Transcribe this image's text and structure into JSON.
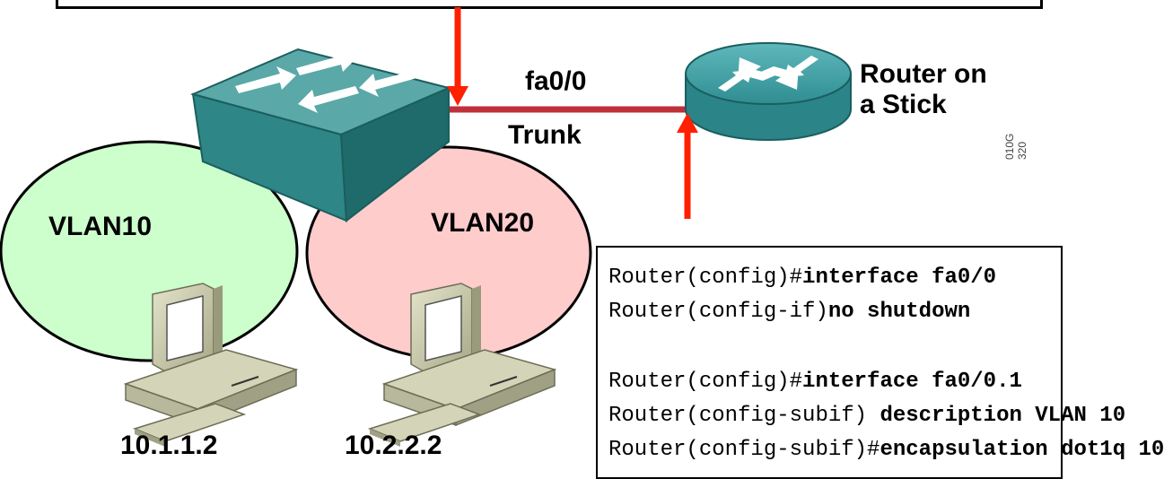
{
  "labels": {
    "fa": "fa0/0",
    "trunk": "Trunk",
    "router_line1": "Router on",
    "router_line2": "a Stick",
    "vlan10": "VLAN10",
    "vlan20": "VLAN20",
    "ip1": "10.1.1.2",
    "ip2": "10.2.2.2",
    "figure_id": "010G 320"
  },
  "config": {
    "line1": {
      "prompt": "Router(config)#",
      "cmd": "interface fa0/0"
    },
    "line2": {
      "prompt": "Router(config-if)",
      "cmd": "no shutdown"
    },
    "line3": {
      "prompt": "Router(config)#",
      "cmd": "interface fa0/0.1"
    },
    "line4": {
      "prompt": "Router(config-subif) ",
      "cmd": "description VLAN 10"
    },
    "line5": {
      "prompt": "Router(config-subif)#",
      "cmd": "encapsulation dot1q 10"
    }
  },
  "colors": {
    "vlan10_fill": "#ccffcc",
    "vlan20_fill": "#ffcccc",
    "switch": "#2e8b8b",
    "router": "#3a9a9e",
    "trunk": "#c0303a",
    "arrow": "#ff2000",
    "pc": "#c8c8a8"
  },
  "icons": [
    "switch-icon",
    "router-icon",
    "pc-icon",
    "arrow-icon"
  ]
}
